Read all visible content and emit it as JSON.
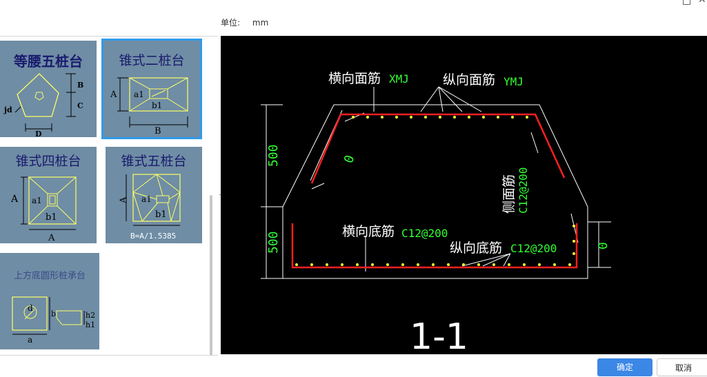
{
  "unit": {
    "label": "单位:",
    "value": "mm"
  },
  "gallery": {
    "items": [
      {
        "title": "等腰五桩台",
        "labels": {
          "b": "B",
          "c": "C",
          "jd": "jd",
          "d": "D"
        }
      },
      {
        "title": "锥式二桩台",
        "labels": {
          "a": "A",
          "a1": "a1",
          "b1": "b1",
          "b": "B"
        }
      },
      {
        "title": "锥式四桩台",
        "labels": {
          "a": "A",
          "a1": "a1",
          "b1": "b1",
          "a_bottom": "A"
        }
      },
      {
        "title": "锥式五桩台",
        "labels": {
          "a": "A",
          "a1": "a1",
          "b1": "b1",
          "formula": "B=A/1.5385"
        }
      },
      {
        "title": "上方底圆形桩承台",
        "labels": {
          "d": "d",
          "b": "b",
          "a": "a",
          "h2": "h2",
          "h1": "h1"
        }
      }
    ]
  },
  "drawing": {
    "section_label": "1-1",
    "top_transverse_label": "横向面筋",
    "top_transverse_code": "XMJ",
    "top_longitudinal_label": "纵向面筋",
    "top_longitudinal_code": "YMJ",
    "side_label": "侧面筋",
    "side_code": "C12@200",
    "slope_dim": "0",
    "bottom_transverse_label": "横向底筋",
    "bottom_transverse_code": "C12@200",
    "bottom_longitudinal_label": "纵向底筋",
    "bottom_longitudinal_code": "C12@200",
    "dim_upper": "500",
    "dim_lower": "500",
    "dim_right": "0"
  },
  "colors": {
    "label_white": "#ffffff",
    "code_green": "#33ff33",
    "rebar_red": "#ff2020",
    "dot_yellow": "#ffff33",
    "tile_bg": "#6f8da4",
    "tile_title": "#1a1a6e",
    "select_blue": "#2f9bea",
    "ok_blue": "#3b87e6"
  },
  "buttons": {
    "ok": "确定",
    "cancel": "取消"
  }
}
